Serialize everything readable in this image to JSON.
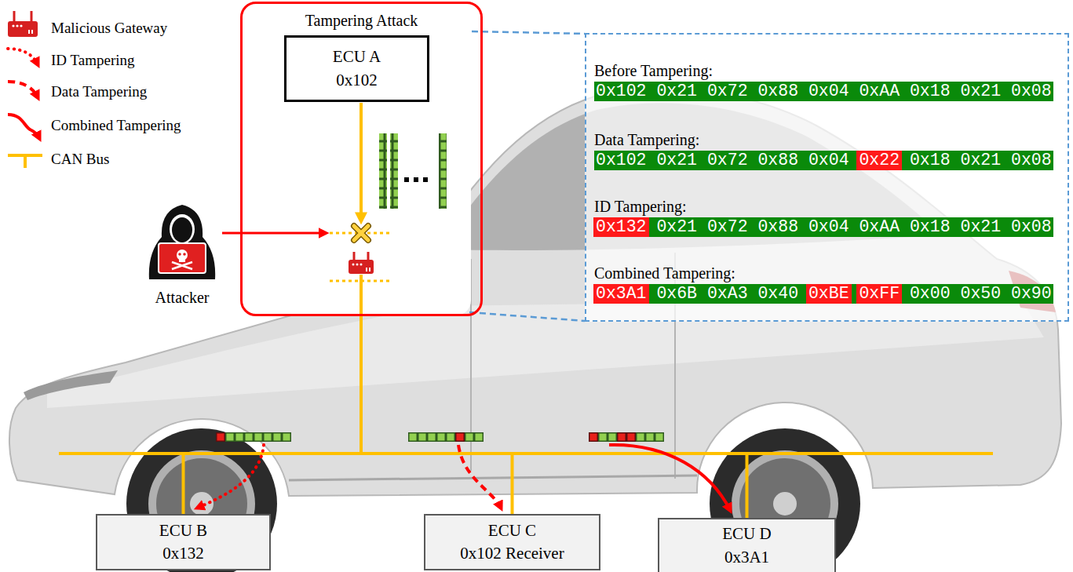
{
  "diagram": {
    "nodes": [
      {
        "text": [
          "Tampering Attack"
        ]
      },
      {
        "text": [
          "ECU A",
          "0x102"
        ],
        "in": 0
      },
      {
        "text": [
          "Before Tampering:",
          "0x102 0x21 0x72 0x88 0x04 0xAA 0x18 0x21 0x08",
          "Data Tampering:",
          "0x102 0x21 0x72 0x88 0x04 0x22 0x18 0x21 0x08",
          "ID Tampering:",
          "0x132 0x21 0x72 0x88 0x04 0xAA 0x18 0x21 0x08",
          "Combined Tampering:",
          "0x3A1 0x6B 0xA3 0x40 0xBE 0xFF 0x00 0x50 0x90"
        ]
      },
      {
        "text": [
          "ECU B",
          "0x132"
        ]
      },
      {
        "text": [
          "ECU C",
          "0x102 Receiver"
        ]
      },
      {
        "text": [
          "ECU D",
          "0x3A1"
        ]
      }
    ],
    "edges": [
      {
        "from": 0,
        "to": 3,
        "arrow": "none"
      },
      {
        "from": 0,
        "to": 4,
        "arrow": "none"
      },
      {
        "from": 0,
        "to": 5,
        "arrow": "none"
      }
    ],
    "labels": [
      "Attacker"
    ],
    "legend": [
      {
        "text": "Malicious Gateway"
      },
      {
        "text": "ID Tampering"
      },
      {
        "text": "Data Tampering"
      },
      {
        "text": "Combined Tampering"
      },
      {
        "text": "CAN Bus"
      }
    ]
  }
}
